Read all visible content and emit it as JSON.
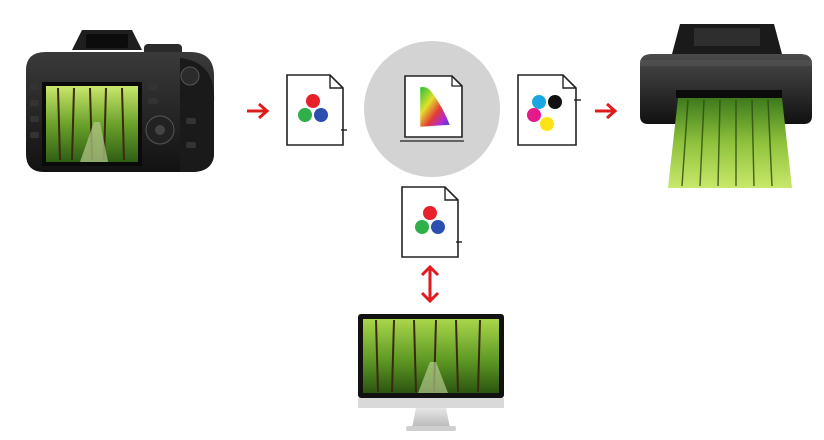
{
  "diagram": {
    "nodes": [
      {
        "id": "camera",
        "icon": "camera-icon"
      },
      {
        "id": "rgb-file-input",
        "icon": "rgb-document-icon"
      },
      {
        "id": "color-profile",
        "icon": "color-gamut-document-icon"
      },
      {
        "id": "cmyk-file",
        "icon": "cmyk-document-icon"
      },
      {
        "id": "printer",
        "icon": "printer-icon"
      },
      {
        "id": "rgb-file-display",
        "icon": "rgb-document-icon"
      },
      {
        "id": "monitor",
        "icon": "monitor-icon"
      }
    ],
    "edges": [
      {
        "from": "camera",
        "to": "rgb-file-input",
        "style": "arrow-right"
      },
      {
        "from": "cmyk-file",
        "to": "printer",
        "style": "arrow-right"
      },
      {
        "from": "rgb-file-display",
        "to": "monitor",
        "style": "double-arrow-vertical"
      }
    ]
  },
  "colors": {
    "arrow": "#e01b1b",
    "profile_circle": "#d3d3d3",
    "rgb_red": "#e8202a",
    "rgb_green": "#2fb04a",
    "rgb_blue": "#2b4fb0",
    "cmyk_cyan": "#1aa7e0",
    "cmyk_magenta": "#e4198b",
    "cmyk_yellow": "#ffe315",
    "cmyk_black": "#111111",
    "foliage": "#6aa22a"
  }
}
